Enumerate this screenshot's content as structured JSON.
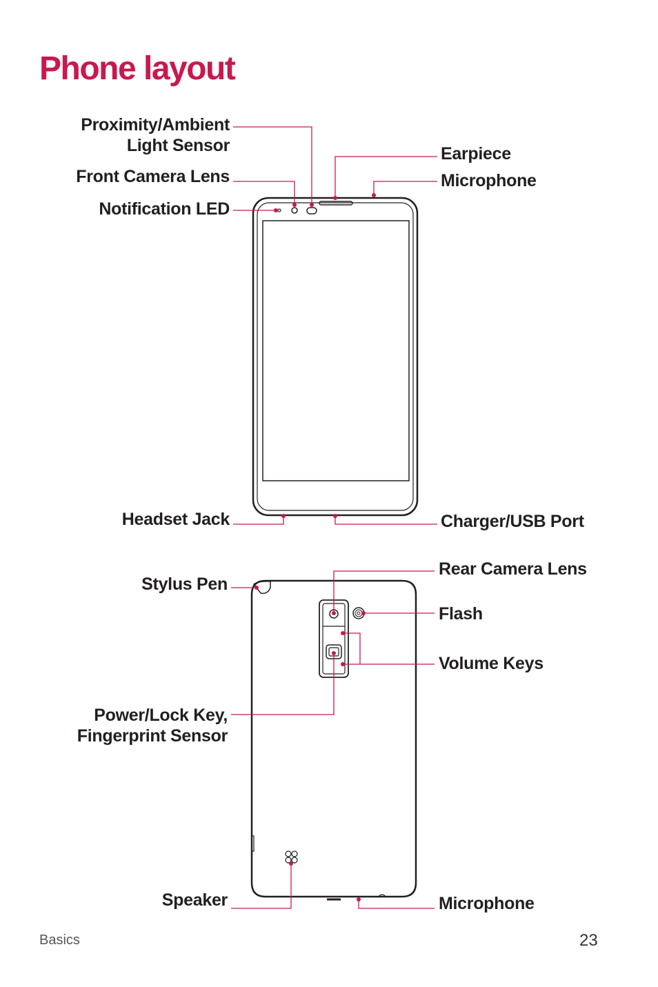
{
  "page": {
    "title": "Phone layout",
    "section": "Basics",
    "page_number": "23"
  },
  "front": {
    "labels": {
      "proximity_line1": "Proximity/Ambient",
      "proximity_line2": "Light Sensor",
      "front_camera": "Front Camera Lens",
      "notification_led": "Notification LED",
      "earpiece": "Earpiece",
      "microphone": "Microphone",
      "headset_jack": "Headset Jack",
      "charger_port": "Charger/USB Port"
    }
  },
  "back": {
    "labels": {
      "stylus_pen": "Stylus Pen",
      "rear_camera": "Rear Camera Lens",
      "flash": "Flash",
      "volume_keys": "Volume Keys",
      "power_line1": "Power/Lock Key,",
      "power_line2": "Fingerprint Sensor",
      "speaker": "Speaker",
      "microphone": "Microphone"
    }
  },
  "colors": {
    "accent": "#c8194f",
    "outline": "#231f20"
  }
}
